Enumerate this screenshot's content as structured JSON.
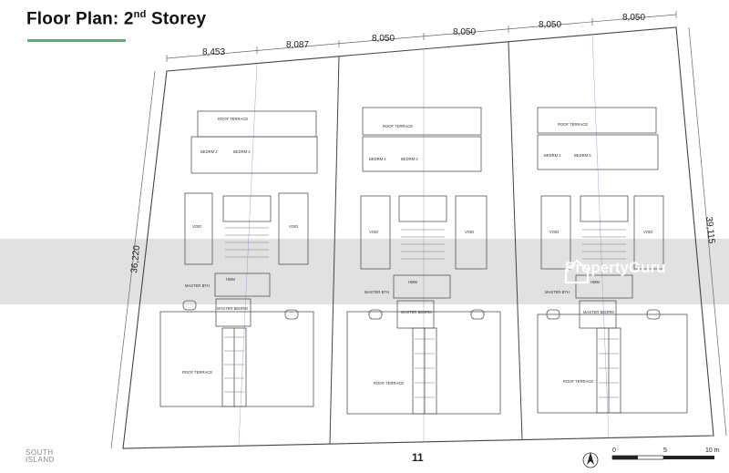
{
  "title": {
    "main": "Floor Plan:  2",
    "suffix": "nd",
    "rest": " Storey"
  },
  "dimensions": {
    "top": [
      "8,453",
      "8,087",
      "8,050",
      "8,050",
      "8,050",
      "8,050"
    ],
    "left": "36,220",
    "right": "39,115"
  },
  "rooms": {
    "roof_terrace": "ROOF TERRACE",
    "bedrm2": "BEDRM 2",
    "bedrm3": "BEDRM 3",
    "master_bedrm": "MASTER BEDRM",
    "void": "VOID",
    "master_bath": "MASTER BTH",
    "hmm": "HMM"
  },
  "lot_number": "11",
  "watermark": "PropertyGuru",
  "brand": {
    "line1": "SOUTH",
    "line2": "ISLAND"
  },
  "scale": {
    "zero": "0",
    "five": "5",
    "ten": "10 m"
  },
  "colors": {
    "accent": "#6aa57c",
    "line": "#555555",
    "band": "#dcdcdc"
  }
}
